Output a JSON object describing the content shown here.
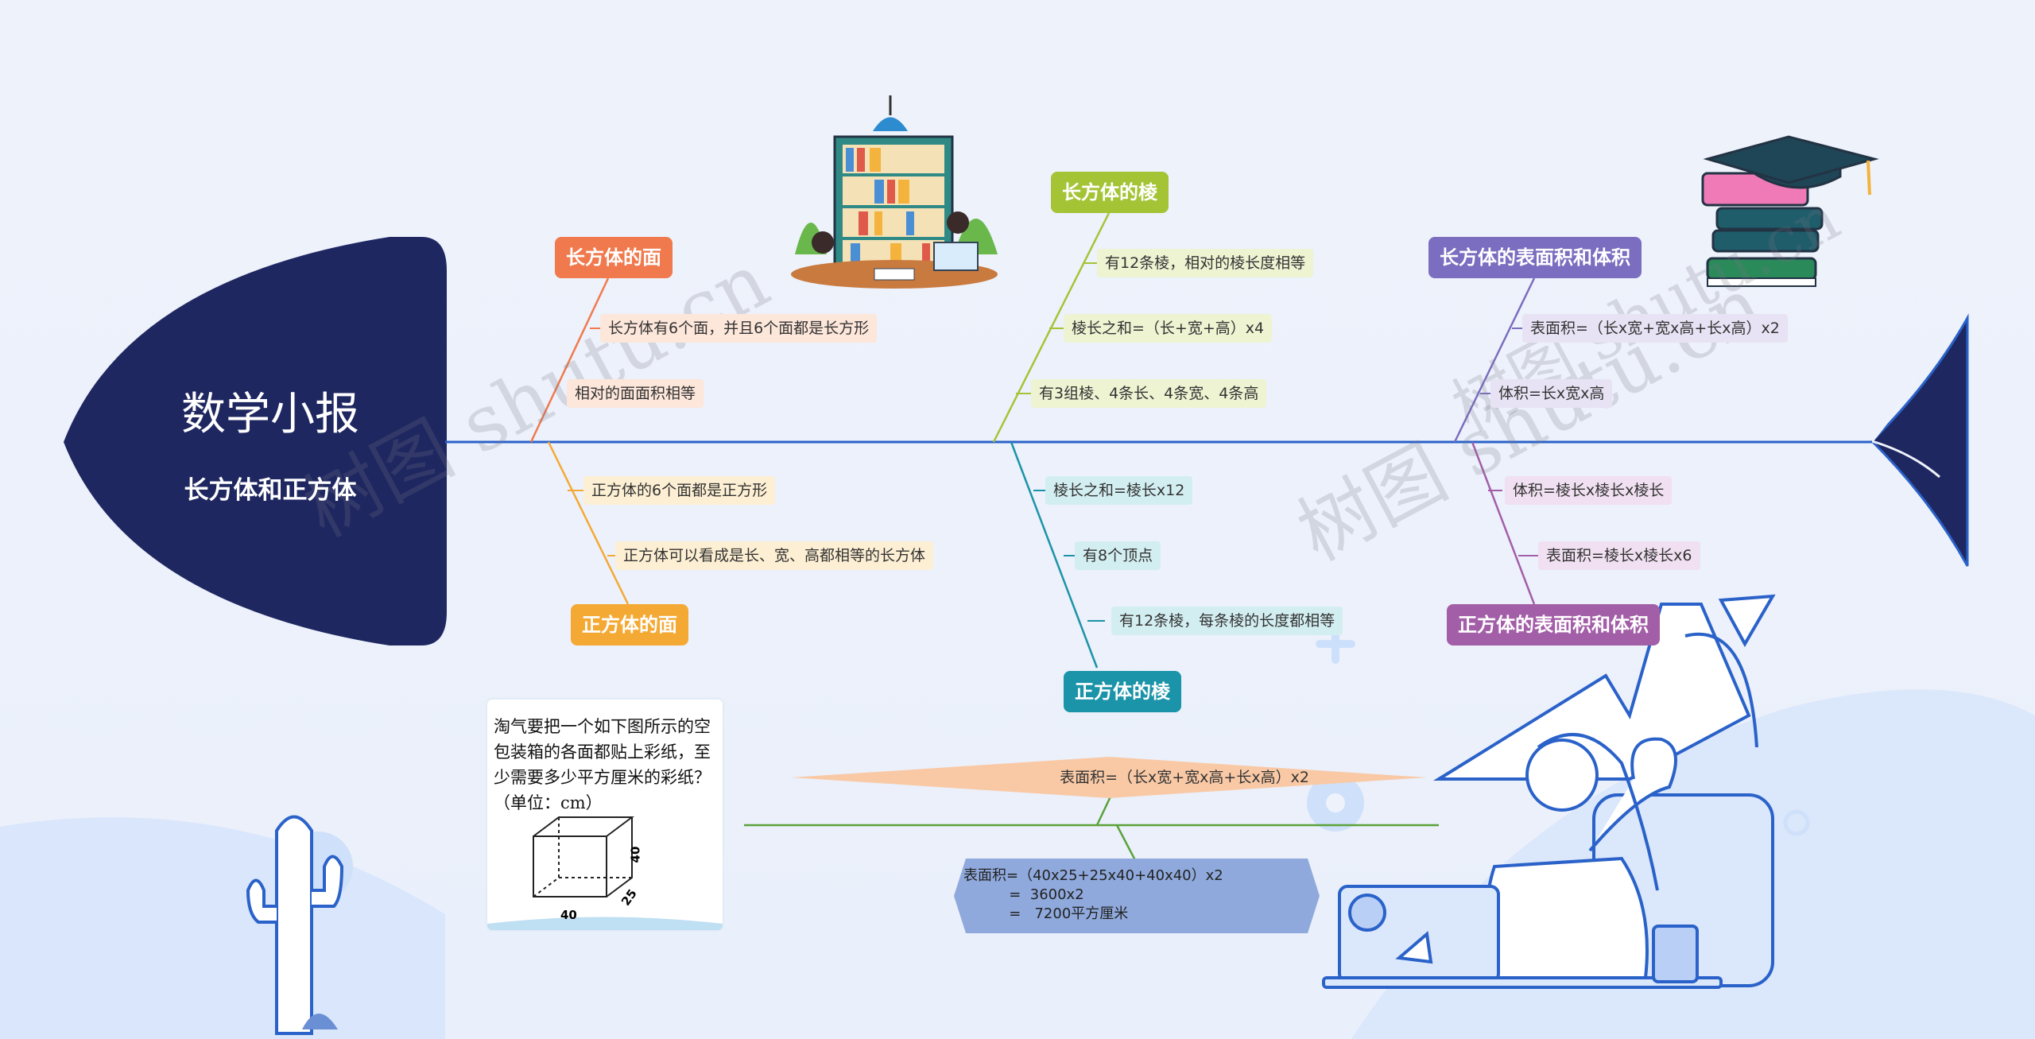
{
  "head": {
    "title": "数学小报",
    "subtitle": "长方体和正方体"
  },
  "topics": {
    "face_cuboid": "长方体的面",
    "face_cube": "正方体的面",
    "edge_cuboid": "长方体的棱",
    "edge_cube": "正方体的棱",
    "area_cuboid": "长方体的表面积和体积",
    "area_cube": "正方体的表面积和体积"
  },
  "leaves": {
    "face_cuboid": [
      "长方体有6个面，并且6个面都是长方形",
      "相对的面面积相等"
    ],
    "face_cube": [
      "正方体的6个面都是正方形",
      "正方体可以看成是长、宽、高都相等的长方体"
    ],
    "edge_cuboid": [
      "有12条棱，相对的棱长度相等",
      "棱长之和=（长+宽+高）x4",
      "有3组棱、4条长、4条宽、4条高"
    ],
    "edge_cube": [
      "棱长之和=棱长x12",
      "有8个顶点",
      "有12条棱，每条棱的长度都相等"
    ],
    "area_cuboid": [
      "表面积=（长x宽+宽x高+长x高）x2",
      "体积=长x宽x高"
    ],
    "area_cube": [
      "体积=棱长x棱长x棱长",
      "表面积=棱长x棱长x6"
    ]
  },
  "problem": {
    "text": "淘气要把一个如下图所示的空包装箱的各面都贴上彩纸，至少需要多少平方厘米的彩纸？（单位：cm）",
    "dim_height": "40",
    "dim_depth": "25",
    "dim_width": "40"
  },
  "formula": "表面积=（长x宽+宽x高+长x高）x2",
  "calc": "表面积=（40x25+25x40+40x40）x2\n          =  3600x2\n          =   7200平方厘米",
  "watermark": [
    "树图 shutu.cn",
    "树图 shutu.cn",
    "树图 shutu.cn"
  ],
  "colors": {
    "head": "#1f2761",
    "spine": "#2a62c9",
    "face_cuboid": "#f07a4e",
    "face_cube": "#f4a934",
    "edge_cuboid": "#a4c436",
    "edge_cube": "#1b93a8",
    "area_cuboid": "#7b6dbf",
    "area_cube": "#a35ea8"
  }
}
